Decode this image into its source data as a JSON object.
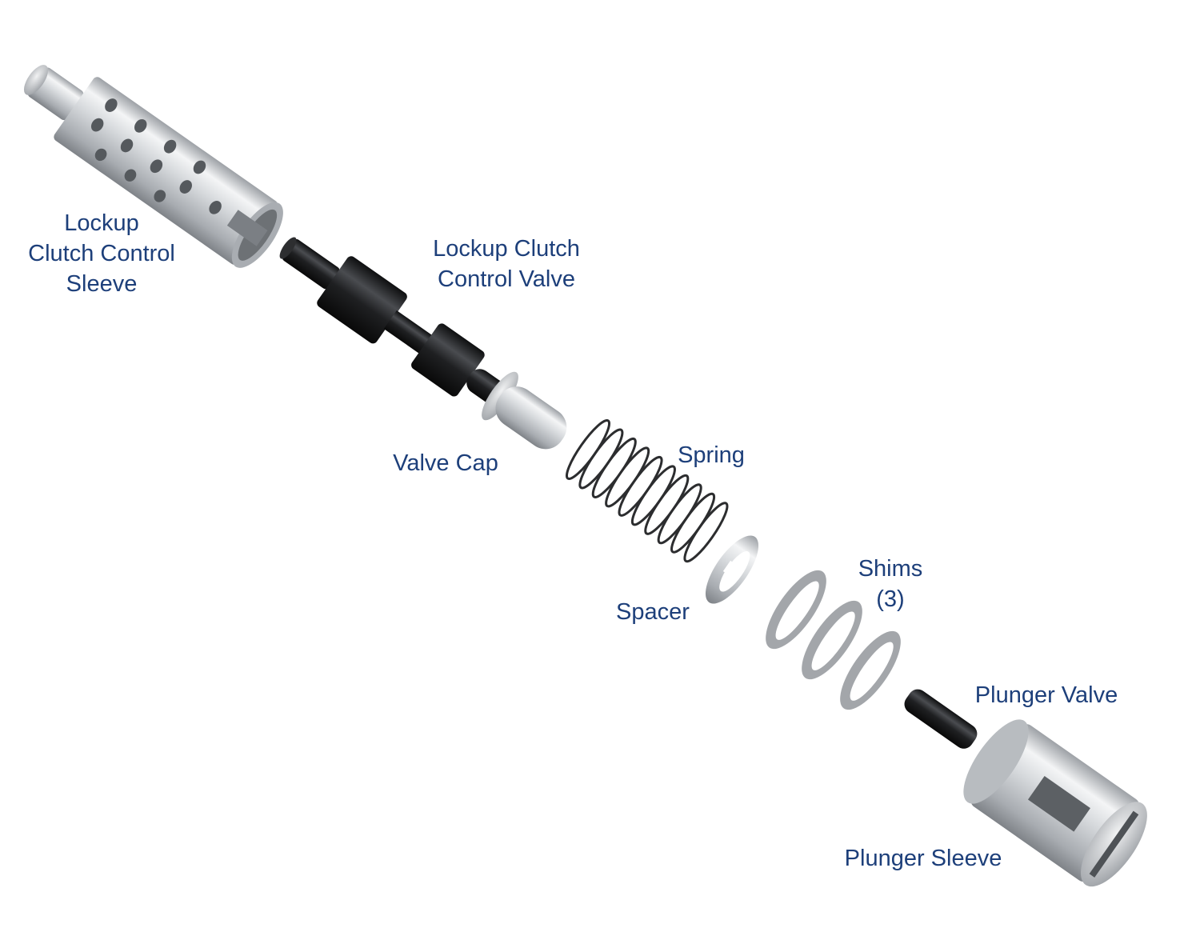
{
  "labels": {
    "sleeve": [
      "Lockup",
      "Clutch Control",
      "Sleeve"
    ],
    "valve": [
      "Lockup Clutch",
      "Control Valve"
    ],
    "valve_cap": [
      "Valve Cap"
    ],
    "spring": [
      "Spring"
    ],
    "spacer": [
      "Spacer"
    ],
    "shims": [
      "Shims",
      "(3)"
    ],
    "plunger_valve": [
      "Plunger Valve"
    ],
    "plunger_sleeve": [
      "Plunger Sleeve"
    ]
  },
  "colors": {
    "label_text": "#1d3f7a",
    "metal_light": "#e6e8ea",
    "metal_dark": "#8d9196",
    "black_part": "#1c1d1f"
  }
}
